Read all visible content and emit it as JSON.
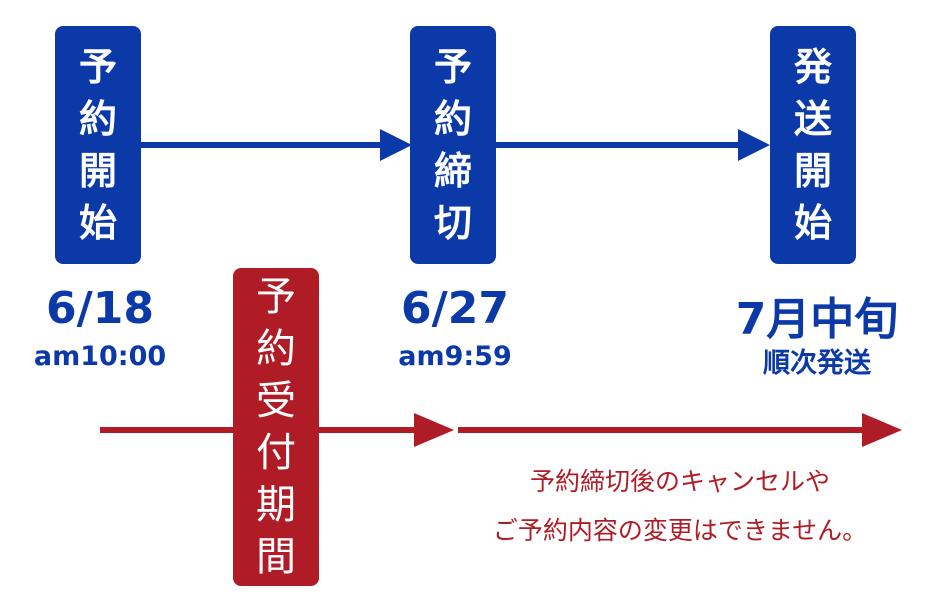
{
  "steps": [
    {
      "label": [
        "予",
        "約",
        "開",
        "始"
      ],
      "date": "6/18",
      "time": "am10:00"
    },
    {
      "label": [
        "予",
        "約",
        "締",
        "切"
      ],
      "date": "6/27",
      "time": "am9:59"
    },
    {
      "label": [
        "発",
        "送",
        "開",
        "始"
      ],
      "date": "7月中旬",
      "time": "順次発送"
    }
  ],
  "period": {
    "label": [
      "予",
      "約",
      "受",
      "付",
      "期",
      "間"
    ]
  },
  "note": {
    "line1": "予約締切後のキャンセルや",
    "line2": "ご予約内容の変更はできません。"
  },
  "colors": {
    "blue": "#0b3aa8",
    "red": "#b01c25"
  }
}
